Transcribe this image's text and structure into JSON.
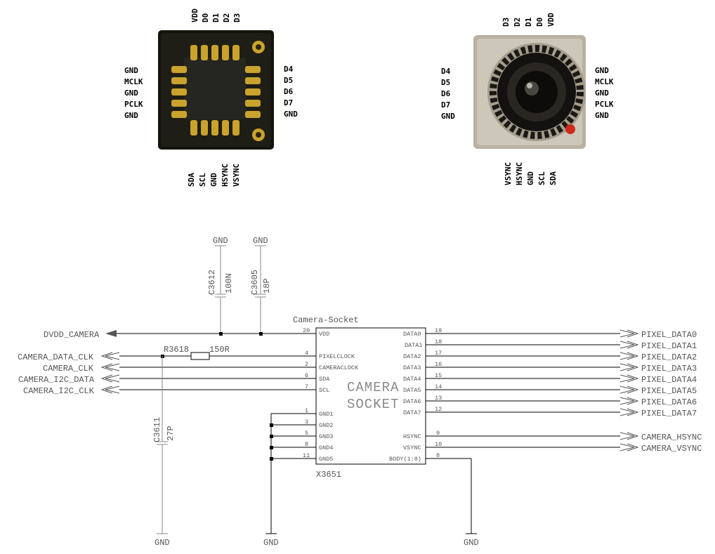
{
  "sensor_bottom": {
    "top_pins": [
      "VDD",
      "D0",
      "D1",
      "D2",
      "D3"
    ],
    "left_pins": [
      "GND",
      "MCLK",
      "GND",
      "PCLK",
      "GND"
    ],
    "right_pins": [
      "D4",
      "D5",
      "D6",
      "D7",
      "GND"
    ],
    "bottom_pins": [
      "SDA",
      "SCL",
      "GND",
      "HSYNC",
      "VSYNC"
    ]
  },
  "sensor_top": {
    "top_pins": [
      "D3",
      "D2",
      "D1",
      "D0",
      "VDD"
    ],
    "left_pins": [
      "D4",
      "D5",
      "D6",
      "D7",
      "GND"
    ],
    "right_pins": [
      "GND",
      "MCLK",
      "GND",
      "PCLK",
      "GND"
    ],
    "bottom_pins": [
      "VSYNC",
      "HSYNC",
      "GND",
      "SCL",
      "SDA"
    ]
  },
  "schematic": {
    "socket_title": "Camera-Socket",
    "socket_ref": "X3651",
    "socket_text_1": "CAMERA",
    "socket_text_2": "SOCKET",
    "gnd_label": "GND",
    "caps": [
      {
        "ref": "C3612",
        "value": "100N"
      },
      {
        "ref": "C3605",
        "value": "18P"
      },
      {
        "ref": "C3611",
        "value": "27P"
      }
    ],
    "resistor": {
      "ref": "R3618",
      "value": "150R"
    },
    "left_signals": [
      "DVDD_CAMERA",
      "CAMERA_DATA_CLK",
      "CAMERA_CLK",
      "CAMERA_I2C_DATA",
      "CAMERA_I2C_CLK"
    ],
    "left_pins": [
      {
        "num": "20",
        "name": "VDD"
      },
      {
        "num": "4",
        "name": "PIXELCLOCK"
      },
      {
        "num": "2",
        "name": "CAMERACLOCK"
      },
      {
        "num": "6",
        "name": "SDA"
      },
      {
        "num": "7",
        "name": "SCL"
      }
    ],
    "gnd_pins": [
      {
        "num": "1",
        "name": "GND1"
      },
      {
        "num": "3",
        "name": "GND2"
      },
      {
        "num": "5",
        "name": "GND3"
      },
      {
        "num": "8",
        "name": "GND4"
      },
      {
        "num": "11",
        "name": "GND5"
      }
    ],
    "right_pins": [
      {
        "num": "19",
        "name": "DATA0"
      },
      {
        "num": "18",
        "name": "DATA1"
      },
      {
        "num": "17",
        "name": "DATA2"
      },
      {
        "num": "16",
        "name": "DATA3"
      },
      {
        "num": "15",
        "name": "DATA4"
      },
      {
        "num": "14",
        "name": "DATA5"
      },
      {
        "num": "13",
        "name": "DATA6"
      },
      {
        "num": "12",
        "name": "DATA7"
      },
      {
        "num": "9",
        "name": "HSYNC"
      },
      {
        "num": "10",
        "name": "VSYNC"
      },
      {
        "num": "8",
        "name": "BODY(1:8)"
      }
    ],
    "right_signals": [
      "PIXEL_DATA0",
      "PIXEL_DATA1",
      "PIXEL_DATA2",
      "PIXEL_DATA3",
      "PIXEL_DATA4",
      "PIXEL_DATA5",
      "PIXEL_DATA6",
      "PIXEL_DATA7",
      "CAMERA_HSYNC",
      "CAMERA_VSYNC"
    ]
  },
  "colors": {
    "pcb": "#14140e",
    "gold": "#c9a32c",
    "lens_body": "#c8c2b4",
    "red_dot": "#cc2a1a"
  }
}
